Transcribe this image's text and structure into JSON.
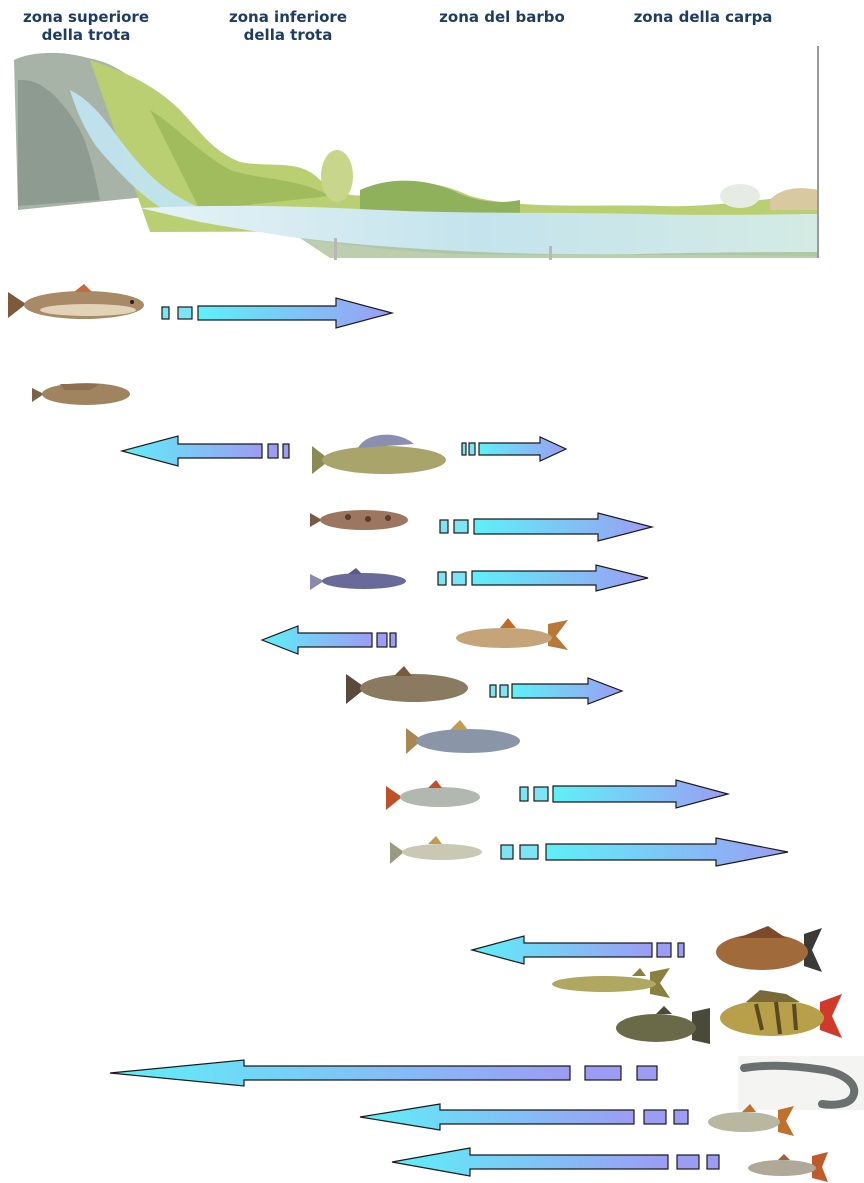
{
  "header": {
    "zones": [
      {
        "line1": "zona superiore",
        "line2": "della trota"
      },
      {
        "line1": "zona inferiore",
        "line2": "della trota"
      },
      {
        "line1": "zona del barbo",
        "line2": ""
      },
      {
        "line1": "zona della carpa",
        "line2": ""
      }
    ]
  },
  "colors": {
    "zone_text": "#1f3d63",
    "arrow_cyan": "#5ef0f8",
    "arrow_violet": "#9c9cf4",
    "arrow_outline": "#1a1a1a",
    "water": "#bfe6ee",
    "meadow": "#9fc06a"
  },
  "fish_icons": [
    "brown-trout-icon",
    "bullhead-icon",
    "grayling-icon",
    "stone-loach-icon",
    "gudgeon-icon",
    "barbel-icon",
    "chub-icon",
    "nase-icon",
    "roach-icon",
    "bleak-icon",
    "carp-icon",
    "pike-icon",
    "perch-icon",
    "tench-icon",
    "eel-icon",
    "rudd-icon",
    "minnow-icon"
  ]
}
